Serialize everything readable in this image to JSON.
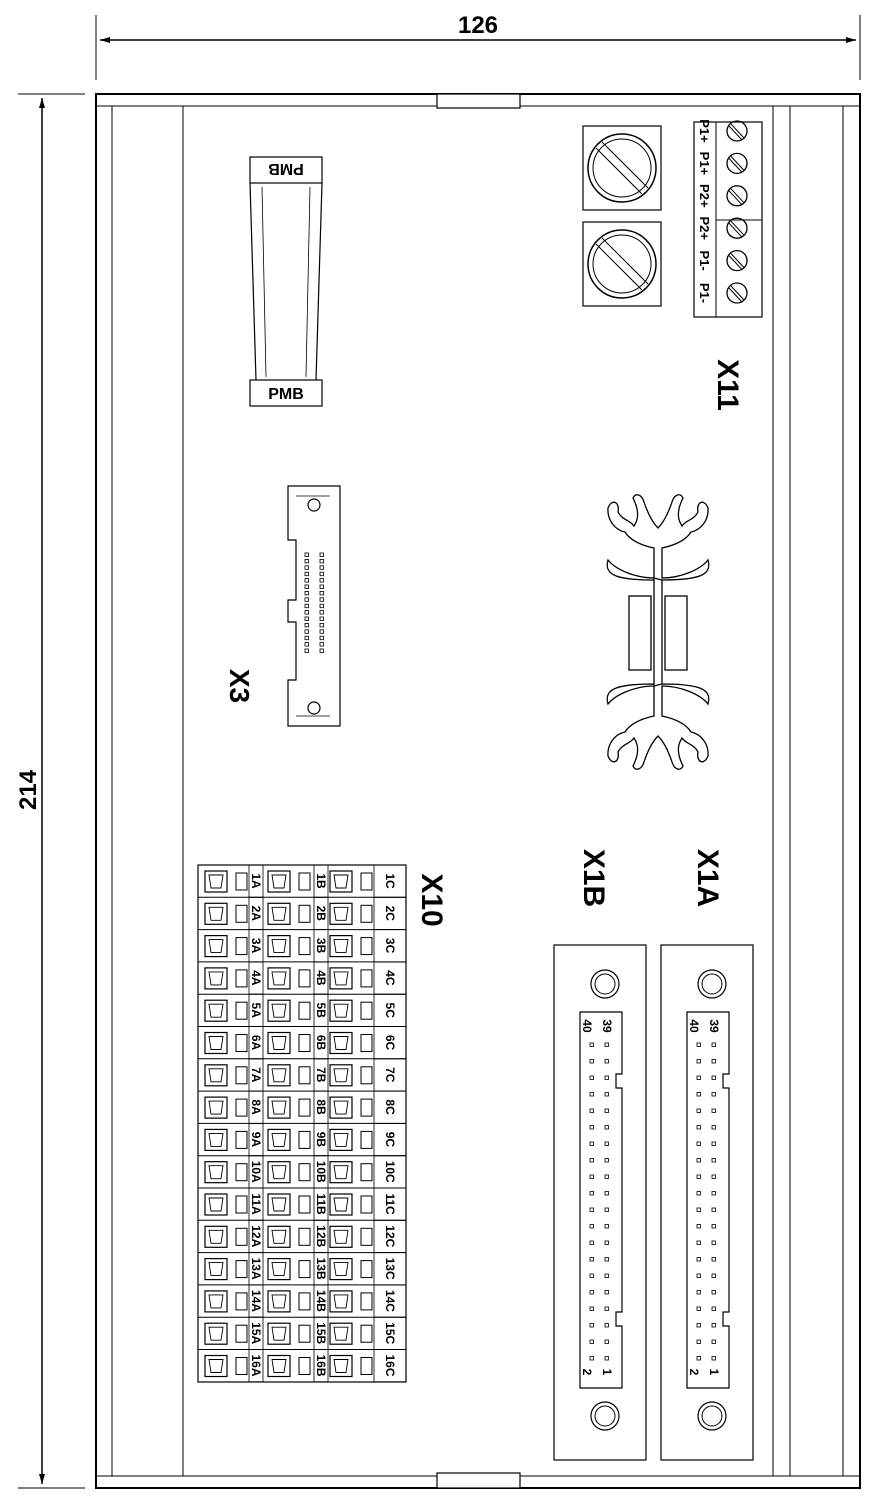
{
  "dimensions": {
    "width_label": "126",
    "height_label": "214"
  },
  "connector_labels": {
    "x11": "X11",
    "x3": "X3",
    "x10": "X10",
    "x1b": "X1B",
    "x1a": "X1A"
  },
  "pmb": {
    "top_label": "PMB",
    "bottom_label": "PMB"
  },
  "x11_terminals": [
    "P1+",
    "P1+",
    "P2+",
    "P2+",
    "P1-",
    "P1-"
  ],
  "x10_terminals": {
    "A": [
      "1A",
      "2A",
      "3A",
      "4A",
      "5A",
      "6A",
      "7A",
      "8A",
      "9A",
      "10A",
      "11A",
      "12A",
      "13A",
      "14A",
      "15A",
      "16A"
    ],
    "B": [
      "1B",
      "2B",
      "3B",
      "4B",
      "5B",
      "6B",
      "7B",
      "8B",
      "9B",
      "10B",
      "11B",
      "12B",
      "13B",
      "14B",
      "15B",
      "16B"
    ],
    "C": [
      "1C",
      "2C",
      "3C",
      "4C",
      "5C",
      "6C",
      "7C",
      "8C",
      "9C",
      "10C",
      "11C",
      "12C",
      "13C",
      "14C",
      "15C",
      "16C"
    ]
  },
  "ribbon_pins": {
    "top_odd": "39",
    "top_even": "40",
    "bottom_odd": "1",
    "bottom_even": "2"
  }
}
